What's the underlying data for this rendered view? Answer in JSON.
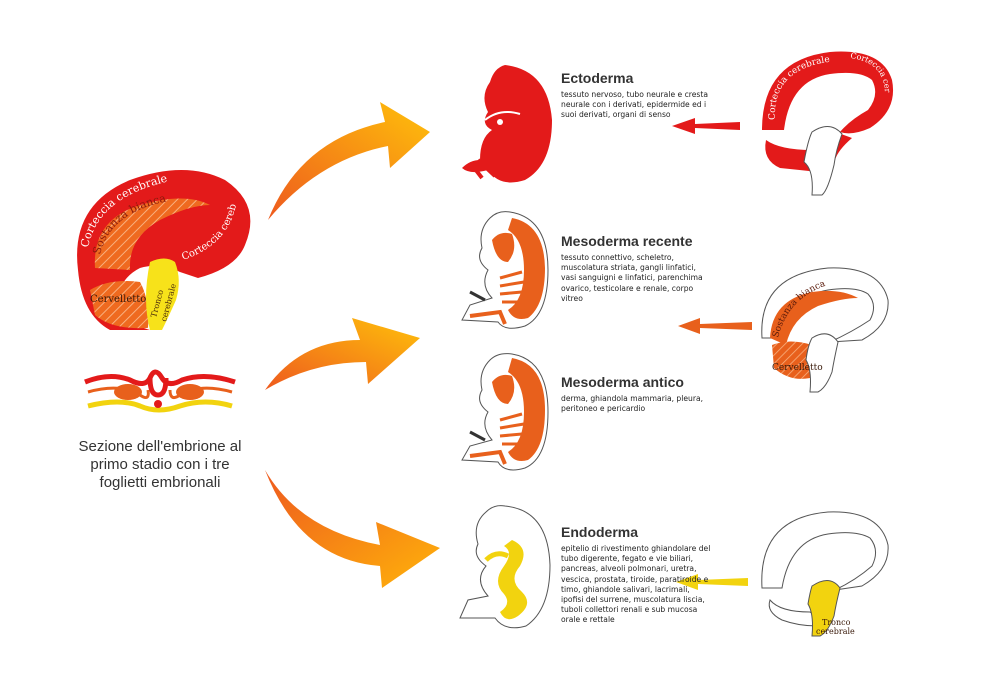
{
  "colors": {
    "ectoderm": "#e31a1a",
    "mesoderm": "#e8601c",
    "endoderm": "#f2d30f",
    "arrow_gradient_start": "#ee5a1e",
    "arrow_gradient_end": "#ffc10a"
  },
  "left_brain_labels": {
    "cortex_top": "Corteccia cerebrale",
    "cortex_right": "Corteccia cerebrale",
    "white_matter": "Sostanza bianca",
    "cerebellum": "Cervelletto",
    "brainstem_line1": "Tronco",
    "brainstem_line2": "cerebrale"
  },
  "caption": {
    "line1": "Sezione dell'embrione al",
    "line2": "primo stadio con i  tre",
    "line3": "foglietti embrionali"
  },
  "sections": {
    "ectoderm": {
      "title": "Ectoderma",
      "desc": "tessuto nervoso, tubo neurale e cresta neurale con i derivati, epidermide ed i suoi derivati, organi di senso"
    },
    "mesoderm_recent": {
      "title": "Mesoderma recente",
      "desc": "tessuto connettivo, scheletro, muscolatura striata, gangli linfatici, vasi sanguigni e linfatici, parenchima ovarico, testicolare e renale, corpo vitreo"
    },
    "mesoderm_ancient": {
      "title": "Mesoderma antico",
      "desc": "derma, ghiandola mammaria, pleura, peritoneo e pericardio"
    },
    "endoderm": {
      "title": "Endoderma",
      "desc": "epitelio di rivestimento ghiandolare del tubo digerente, fegato e vie biliari, pancreas, alveoli polmonari, uretra, vescica, prostata, tiroide, paratiroide e timo, ghiandole salivari, lacrimali, ipofisi del surrene, muscolatura liscia, tuboli collettori renali e sub mucosa orale e rettale"
    }
  },
  "right_brain_labels": {
    "ectoderm_cortex_a": "Corteccia cerebrale",
    "ectoderm_cortex_b": "Corteccia cerebrale",
    "mesoderm_white_matter": "Sostanza bianca",
    "mesoderm_cerebellum": "Cervelletto",
    "endoderm_brainstem_line1": "Tronco",
    "endoderm_brainstem_line2": "cerebrale"
  }
}
